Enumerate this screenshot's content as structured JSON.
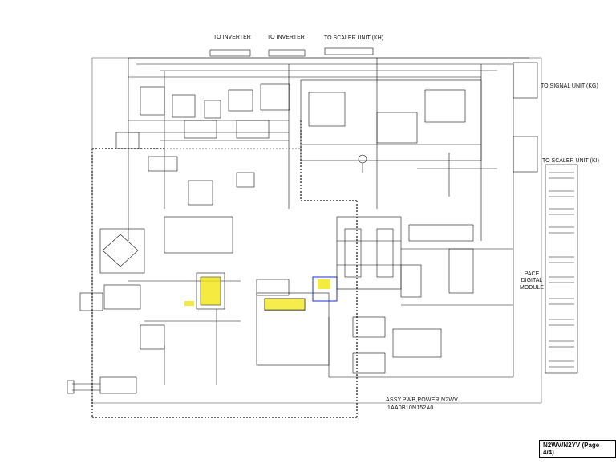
{
  "connectors": {
    "to_inverter_1": "TO INVERTER",
    "to_inverter_2": "TO INVERTER",
    "to_scaler_top": "TO SCALER UNIT (KH)",
    "to_signal_unit": "TO SIGNAL UNIT (KG)",
    "to_scaler_right": "TO SCALER UNIT (KI)"
  },
  "module": {
    "line1": "PACE",
    "line2": "DIGITAL",
    "line3": "MODULE"
  },
  "assy": {
    "line1": "ASSY.PWB,POWER,N2WV",
    "line2": "1AA0B10N152A0"
  },
  "page_label": "N2WV/N2YV (Page 4/4)",
  "colors": {
    "line": "#111111",
    "highlight_yellow": "#f2e400",
    "highlight_blue": "#1a2fd0"
  }
}
